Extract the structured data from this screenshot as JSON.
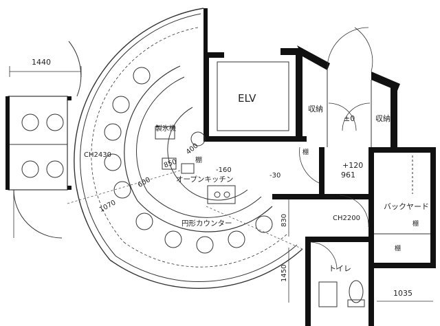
{
  "labels": {
    "elv": "ELV",
    "storage_left": "収納",
    "storage_right": "収納",
    "level_zero": "±0",
    "ice_maker": "製氷機",
    "shelf": "棚",
    "open_kitchen": "オープンキッチン",
    "round_counter": "円形カウンター",
    "backyard": "バックヤード",
    "toilet": "トイレ",
    "level_plus": "+120",
    "level_plus_2": "961",
    "level_minus_30": "-30",
    "level_minus_160": "-160",
    "ch2430": "CH2430",
    "ch2200": "CH2200",
    "shelf_a": "棚",
    "shelf_b": "棚",
    "shelf_c": "棚"
  },
  "dimensions": {
    "d1440": "1440",
    "d1070": "1070",
    "d600": "600",
    "d850": "850",
    "d400": "400",
    "d830": "830",
    "d1450": "1450",
    "d1035": "1035"
  },
  "colors": {
    "wall": "#111111",
    "line": "#333333",
    "dash": "#555555"
  }
}
